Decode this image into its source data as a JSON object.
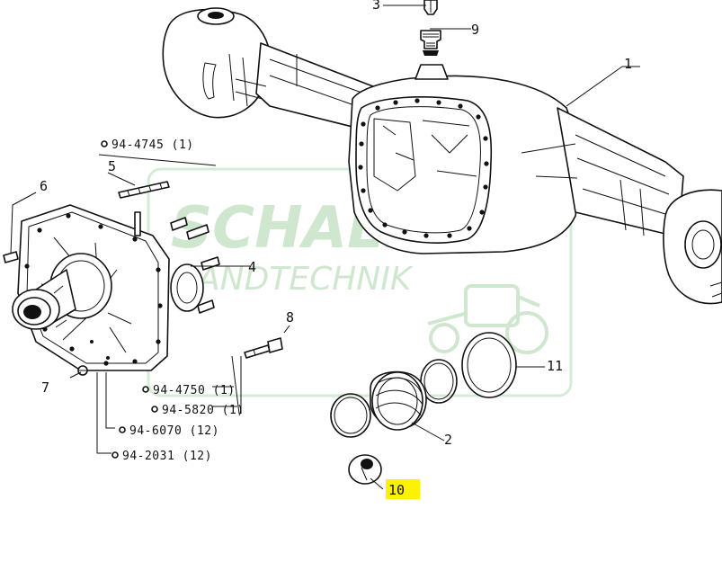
{
  "watermark": {
    "brand": "SCHALLER",
    "tagline": "LANDTECHNIK"
  },
  "callouts": {
    "c1": "1",
    "c2": "2",
    "c3": "3",
    "c4": "4",
    "c5": "5",
    "c6": "6",
    "c7": "7",
    "c8": "8",
    "c9": "9",
    "c10": "10",
    "c11": "11"
  },
  "part_refs": {
    "r1": "94-4745 (1)",
    "r2": "94-4750 (1)",
    "r3": "94-5820 (1)",
    "r4": "94-6070 (12)",
    "r5": "94-2031 (12)"
  },
  "colors": {
    "line": "#111111",
    "watermark": "#cfe7cf",
    "highlight": "#fff200"
  }
}
